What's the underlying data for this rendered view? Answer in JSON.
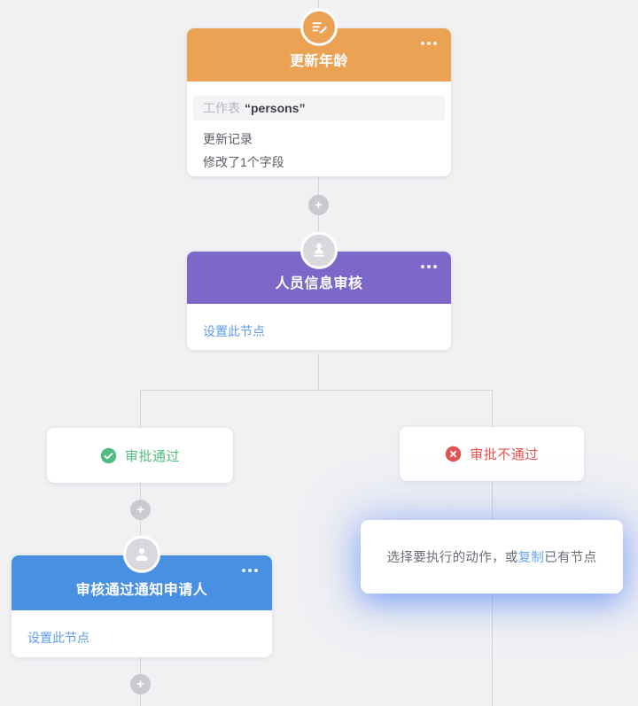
{
  "colors": {
    "canvas_bg": "#F1F1F4",
    "connector": "#D6D6DA",
    "update_age_header": "#ECA254",
    "review_header": "#7B68C9",
    "notify_header": "#4A90E2",
    "approved_green": "#52BC80",
    "rejected_red": "#E25350",
    "link_blue": "#5E9BEA",
    "hint_glow": "#6E9BFA"
  },
  "icons": {
    "plus": "+"
  },
  "nodes": {
    "update_age": {
      "title": "更新年龄",
      "worksheet_label": "工作表",
      "worksheet_name": "“persons”",
      "detail_lines": [
        "更新记录",
        "修改了1个字段"
      ]
    },
    "review": {
      "title": "人员信息审核",
      "action_link": "设置此节点"
    },
    "notify": {
      "title": "审核通过通知申请人",
      "action_link": "设置此节点"
    }
  },
  "branches": {
    "approved": {
      "label": "审批通过"
    },
    "rejected": {
      "label": "审批不通过"
    }
  },
  "empty_slot_hint": {
    "prefix": "选择要执行的动作，或",
    "copy_link": "复制",
    "suffix": "已有节点"
  }
}
